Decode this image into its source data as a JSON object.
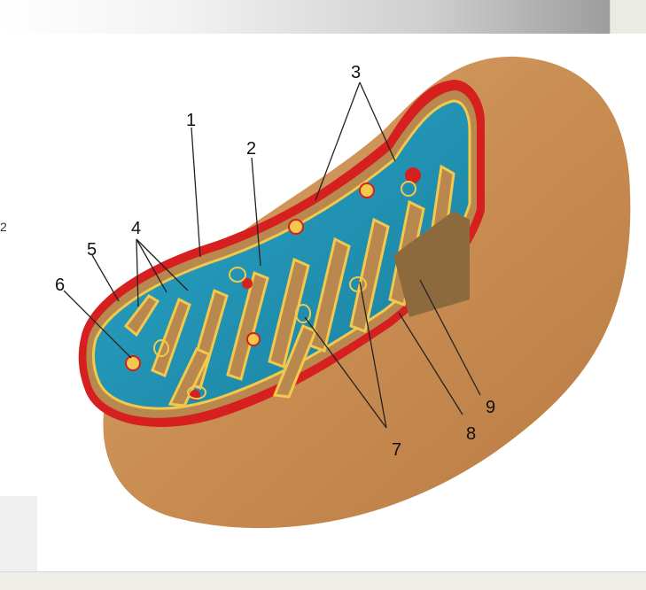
{
  "side_fragment": "2",
  "labels": {
    "l1": "1",
    "l2": "2",
    "l3": "3",
    "l4": "4",
    "l5": "5",
    "l6": "6",
    "l7": "7",
    "l8": "8",
    "l9": "9"
  },
  "colors": {
    "outer_membrane": "#c98d52",
    "outer_edge": "#d61f1f",
    "matrix": "#1a8fb0",
    "cristae": "#f2c94c",
    "intermembrane": "#b9884f"
  }
}
